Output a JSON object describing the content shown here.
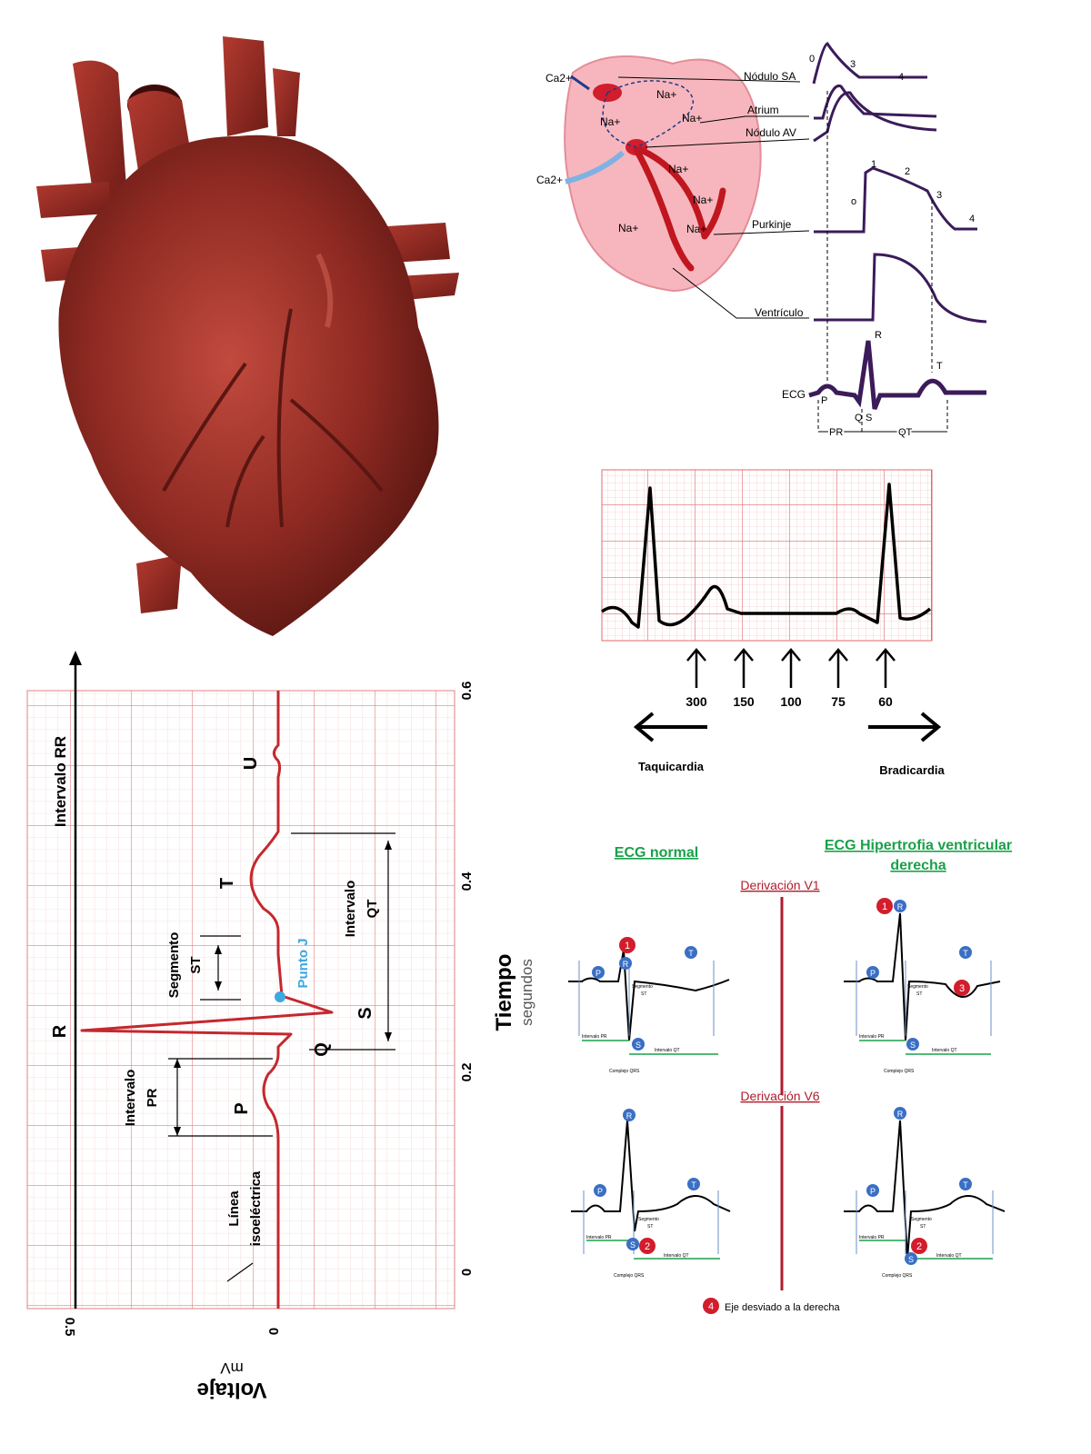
{
  "action_potential": {
    "ions": {
      "ca": "Ca2+",
      "na": "Na+"
    },
    "labels": {
      "sa": "Nódulo SA",
      "atrium": "Atrium",
      "av": "Nódulo AV",
      "purkinje": "Purkinje",
      "ventricle": "Ventrículo",
      "ecg": "ECG"
    },
    "phases": {
      "p0": "0",
      "p1": "1",
      "p2": "2",
      "p3": "3",
      "p4": "4",
      "po": "o"
    },
    "waves": {
      "p": "P",
      "r": "R",
      "q": "Q",
      "s": "S",
      "t": "T"
    },
    "intervals": {
      "pr": "PR",
      "qt": "QT"
    }
  },
  "heart_rate": {
    "values": [
      "300",
      "150",
      "100",
      "75",
      "60"
    ],
    "left_label": "Taquicardia",
    "right_label": "Bradicardia"
  },
  "ecg_chart": {
    "title_rr": "Intervalo RR",
    "x_axis_label": "Tiempo",
    "x_axis_unit": "segundos",
    "x_ticks": [
      "0",
      "0.2",
      "0.4",
      "0.6"
    ],
    "y_axis_label": "Voltaje",
    "y_axis_unit": "mV",
    "y_ticks": [
      "0.5",
      "0"
    ],
    "waves": {
      "p": "P",
      "q": "Q",
      "r": "R",
      "s": "S",
      "t": "T",
      "u": "U"
    },
    "annotations": {
      "pr1": "Intervalo",
      "pr2": "PR",
      "st1": "Segmento",
      "st2": "ST",
      "qt1": "Intervalo",
      "qt2": "QT",
      "j": "Punto J",
      "iso1": "Línea",
      "iso2": "isoeléctrica"
    }
  },
  "hvd": {
    "col_left": "ECG normal",
    "col_right_1": "ECG Hipertrofia ventricular",
    "col_right_2": "derecha",
    "lead_v1": "Derivación V1",
    "lead_v6": "Derivación V6",
    "footnote_num": "4",
    "footnote": "Eje desviado a la derecha",
    "mini": {
      "p": "P",
      "r": "R",
      "s": "S",
      "t": "T",
      "seg1": "Segmento",
      "seg2": "ST",
      "pr": "Intervalo PR",
      "qt": "Intervalo QT",
      "qrs": "Complejo QRS"
    },
    "markers": {
      "m1": "1",
      "m2": "2",
      "m3": "3"
    }
  }
}
